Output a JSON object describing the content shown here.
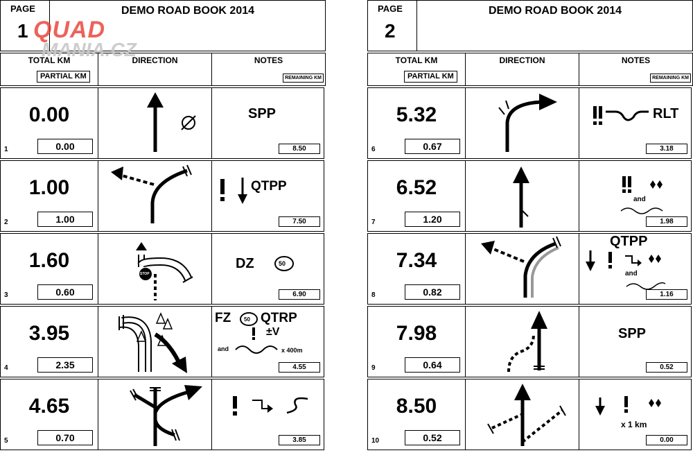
{
  "logo": {
    "line1": "QUAD",
    "line2": "MANIA.CZ"
  },
  "pages": [
    {
      "page_label": "PAGE",
      "page_number": "1",
      "title": "DEMO ROAD BOOK 2014",
      "col_total": "TOTAL KM",
      "col_partial": "PARTIAL KM",
      "col_direction": "DIRECTION",
      "col_notes": "NOTES",
      "col_remaining": "REMAINING KM",
      "rows": [
        {
          "num": "1",
          "total": "0.00",
          "partial": "0.00",
          "remaining": "8.50",
          "note": "SPP"
        },
        {
          "num": "2",
          "total": "1.00",
          "partial": "1.00",
          "remaining": "7.50",
          "note": "QTPP"
        },
        {
          "num": "3",
          "total": "1.60",
          "partial": "0.60",
          "remaining": "6.90",
          "note": "DZ",
          "speed": "50",
          "stop": "STOP"
        },
        {
          "num": "4",
          "total": "3.95",
          "partial": "2.35",
          "remaining": "4.55",
          "note": "FZ",
          "speed": "50",
          "note2": "QTRP",
          "and": "and",
          "dist": "x 400m"
        },
        {
          "num": "5",
          "total": "4.65",
          "partial": "0.70",
          "remaining": "3.85"
        }
      ]
    },
    {
      "page_label": "PAGE",
      "page_number": "2",
      "title": "DEMO ROAD BOOK 2014",
      "col_total": "TOTAL KM",
      "col_partial": "PARTIAL KM",
      "col_direction": "DIRECTION",
      "col_notes": "NOTES",
      "col_remaining": "REMAINING KM",
      "rows": [
        {
          "num": "6",
          "total": "5.32",
          "partial": "0.67",
          "remaining": "3.18",
          "note": "RLT"
        },
        {
          "num": "7",
          "total": "6.52",
          "partial": "1.20",
          "remaining": "1.98",
          "and": "and"
        },
        {
          "num": "8",
          "total": "7.34",
          "partial": "0.82",
          "remaining": "1.16",
          "note": "QTPP",
          "and": "and"
        },
        {
          "num": "9",
          "total": "7.98",
          "partial": "0.64",
          "remaining": "0.52",
          "note": "SPP"
        },
        {
          "num": "10",
          "total": "8.50",
          "partial": "0.52",
          "remaining": "0.00",
          "dist": "x 1 km"
        }
      ]
    }
  ]
}
